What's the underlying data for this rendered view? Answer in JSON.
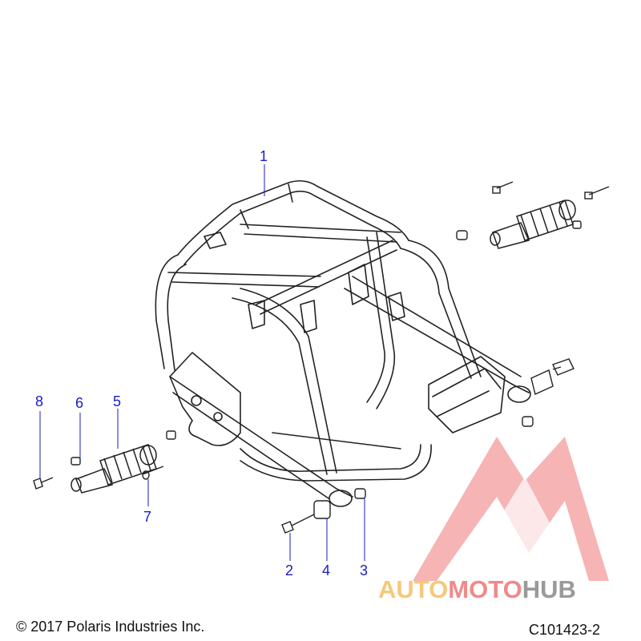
{
  "callouts": [
    {
      "id": "1",
      "label": "1"
    },
    {
      "id": "2",
      "label": "2"
    },
    {
      "id": "3",
      "label": "3"
    },
    {
      "id": "4",
      "label": "4"
    },
    {
      "id": "5",
      "label": "5"
    },
    {
      "id": "6",
      "label": "6"
    },
    {
      "id": "7",
      "label": "7"
    },
    {
      "id": "8",
      "label": "8"
    }
  ],
  "footer": {
    "copyright": "© 2017 Polaris Industries Inc.",
    "diagram_code": "C101423-2"
  },
  "watermark": {
    "part1": "AUTO",
    "part2": "MOTO",
    "part3": "HUB",
    "colors": {
      "part1": "#f5c87a",
      "part2": "#f08a8a",
      "part3": "#9a9a9a",
      "logo": "#f07878"
    }
  },
  "colors": {
    "callout": "#1a1acc",
    "line": "#222222"
  }
}
